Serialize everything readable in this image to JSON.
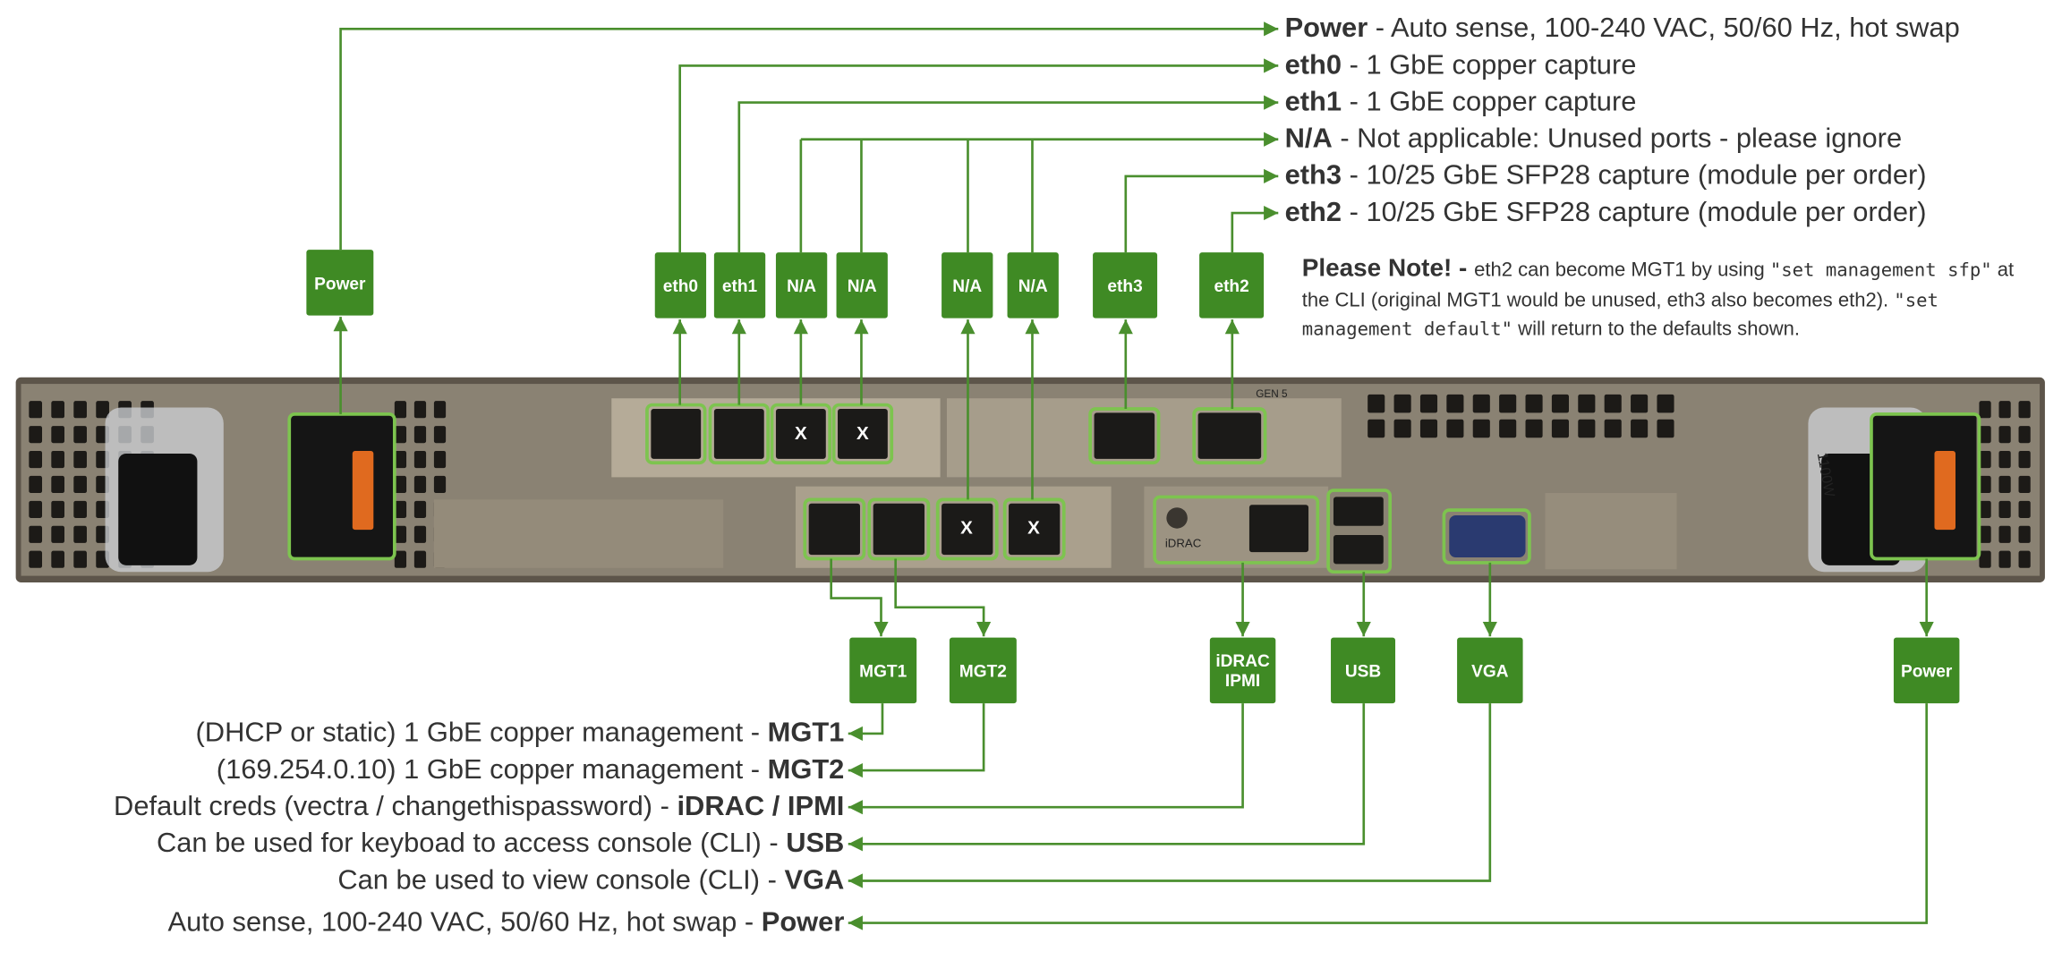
{
  "top_callouts": [
    {
      "name": "Power",
      "desc": " - Auto sense, 100-240 VAC, 50/60 Hz, hot swap"
    },
    {
      "name": "eth0",
      "desc": " - 1 GbE copper capture"
    },
    {
      "name": "eth1",
      "desc": " - 1 GbE copper capture"
    },
    {
      "name": "N/A",
      "desc": " - Not applicable: Unused ports - please ignore"
    },
    {
      "name": "eth3",
      "desc": " - 10/25 GbE SFP28 capture (module per order)"
    },
    {
      "name": "eth2",
      "desc": " - 10/25 GbE SFP28 capture (module per order)"
    }
  ],
  "note": {
    "title": "Please Note! - ",
    "t1": "eth2 can become MGT1 by using ",
    "c1": "\"set management sfp\"",
    "t2": " at the CLI (original MGT1 would be unused, eth3 also becomes eth2). ",
    "c2": "\"set management default\"",
    "t3": " will return to the defaults shown."
  },
  "top_boxes": [
    "Power",
    "eth0",
    "eth1",
    "N/A",
    "N/A",
    "N/A",
    "N/A",
    "eth3",
    "eth2"
  ],
  "bottom_boxes": [
    "MGT1",
    "MGT2",
    "iDRAC IPMI",
    "USB",
    "VGA",
    "Power"
  ],
  "unused_mark": "X",
  "bottom_callouts": [
    {
      "desc": "(DHCP or static) 1 GbE copper management - ",
      "name": "MGT1"
    },
    {
      "desc": "(169.254.0.10) 1 GbE copper management - ",
      "name": "MGT2"
    },
    {
      "desc": "Default creds (vectra / changethispassword) - ",
      "name": "iDRAC / IPMI"
    },
    {
      "desc": "Can be used for keyboad to access console (CLI) - ",
      "name": "USB"
    },
    {
      "desc": "Can be used to view console (CLI) - ",
      "name": "VGA"
    },
    {
      "desc": "Auto sense, 100-240 VAC, 50/60 Hz, hot swap - ",
      "name": "Power"
    }
  ],
  "server_labels": {
    "psu_rating": "1100W",
    "gen": "GEN 5",
    "idrac": "iDRAC"
  },
  "colors": {
    "box": "#3f8a24",
    "line": "#4a8f2e",
    "highlight": "#7dc44f",
    "text": "#333333"
  }
}
